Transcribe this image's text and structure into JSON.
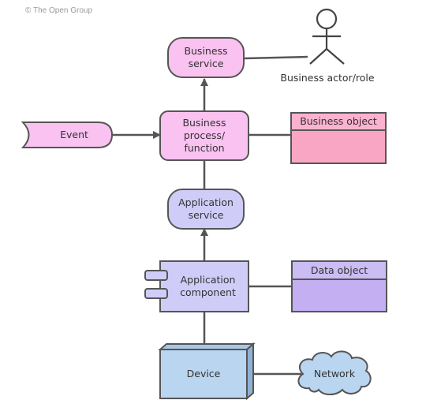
{
  "copyright": "© The Open Group",
  "colors": {
    "business_fill": "#f9c2f0",
    "business_object_header": "#fbb2cf",
    "business_object_body": "#f8a6c4",
    "application_fill": "#cfcdf8",
    "data_object_header": "#cbbcf4",
    "data_object_body": "#c4aff2",
    "technology_fill": "#b9d5f0",
    "stroke": "#555555"
  },
  "nodes": {
    "business_service": "Business\nservice",
    "business_actor": "Business actor/role",
    "event": "Event",
    "business_process": "Business\nprocess/\nfunction",
    "business_object": "Business object",
    "application_service": "Application\nservice",
    "application_component": "Application\ncomponent",
    "data_object": "Data object",
    "device": "Device",
    "network": "Network"
  }
}
